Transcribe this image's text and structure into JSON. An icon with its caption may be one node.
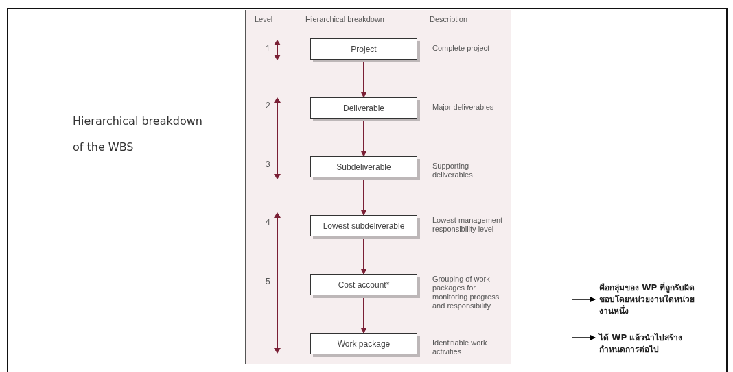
{
  "diagram": {
    "title": "Hierarchical breakdown of the WBS",
    "nodes": [
      {
        "text": [
          "Project"
        ],
        "beside": [
          "Complete project"
        ]
      },
      {
        "text": [
          "Deliverable"
        ],
        "beside": [
          "Major deliverables"
        ]
      },
      {
        "text": [
          "Subdeliverable"
        ],
        "beside": [
          "Supporting deliverables"
        ]
      },
      {
        "text": [
          "Lowest subdeliverable"
        ],
        "beside": [
          "Lowest management responsibility level"
        ]
      },
      {
        "text": [
          "Cost account*"
        ],
        "beside": [
          "Grouping of work packages for monitoring progress and responsibility"
        ]
      },
      {
        "text": [
          "Work package"
        ],
        "beside": [
          "Identifiable work activities"
        ]
      },
      {
        "text": [
          "คือกลุ่มของ WP ที่ถูกรับผิดชอบโดยหน่วยงานใดหน่วยงานหนึ่ง"
        ]
      },
      {
        "text": [
          "ได้ WP แล้วนำไปสร้างกำหนดการต่อไป"
        ]
      }
    ],
    "edges": [
      {
        "from": 0,
        "to": 1,
        "arrow": "to"
      },
      {
        "from": 1,
        "to": 2,
        "arrow": "to"
      },
      {
        "from": 2,
        "to": 3,
        "arrow": "to"
      },
      {
        "from": 3,
        "to": 4,
        "arrow": "to"
      },
      {
        "from": 4,
        "to": 5,
        "arrow": "to"
      },
      {
        "from": null,
        "to": 6,
        "arrow": "to",
        "color": "#000000"
      },
      {
        "from": null,
        "to": 7,
        "arrow": "to",
        "color": "#000000"
      }
    ],
    "labels": [
      "Level",
      "Hierarchical breakdown",
      "Description",
      "1",
      "2",
      "3",
      "4",
      "5"
    ]
  }
}
